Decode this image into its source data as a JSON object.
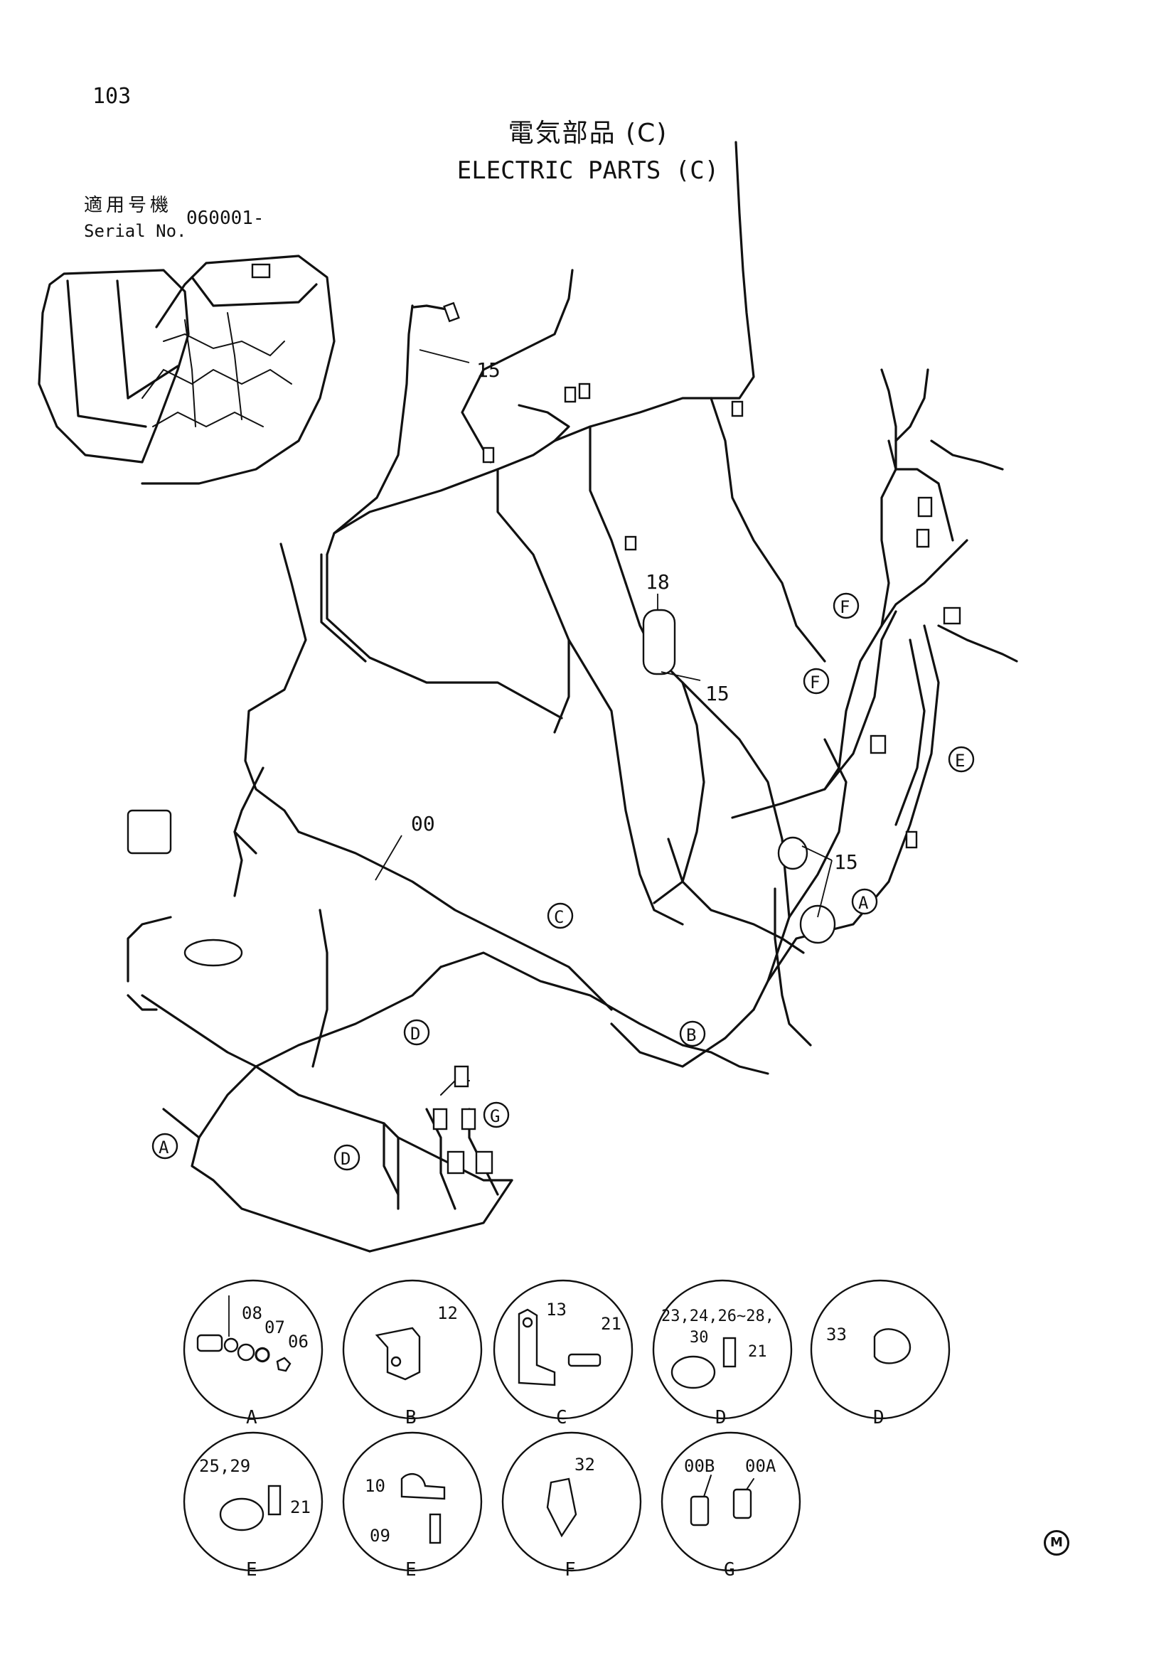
{
  "page_number": "103",
  "title": {
    "japanese": "電気部品 (C)",
    "english": "ELECTRIC PARTS (C)"
  },
  "serial": {
    "label_jp": "適用号機",
    "label_en": "Serial No.",
    "value": "060001-"
  },
  "callouts": {
    "c15a": "15",
    "c15b": "15",
    "c15c": "15",
    "c18": "18",
    "c00": "00"
  },
  "location_markers": {
    "F1": "F",
    "F2": "F",
    "E": "E",
    "A1": "A",
    "C": "C",
    "B": "B",
    "D1": "D",
    "G": "G",
    "D2": "D",
    "A2": "A"
  },
  "details": [
    {
      "letter": "A",
      "labels": [
        "08",
        "07",
        "06"
      ]
    },
    {
      "letter": "B",
      "labels": [
        "12"
      ]
    },
    {
      "letter": "C",
      "labels": [
        "13",
        "21"
      ]
    },
    {
      "letter": "D",
      "labels": [
        "23,24,26~28,",
        "30",
        "21"
      ]
    },
    {
      "letter": "D",
      "labels": [
        "33"
      ]
    },
    {
      "letter": "E",
      "labels": [
        "25,29",
        "21"
      ]
    },
    {
      "letter": "E",
      "labels": [
        "10",
        "09"
      ]
    },
    {
      "letter": "F",
      "labels": [
        "32"
      ]
    },
    {
      "letter": "G",
      "labels": [
        "00B",
        "00A"
      ]
    }
  ],
  "footer_mark": "M"
}
